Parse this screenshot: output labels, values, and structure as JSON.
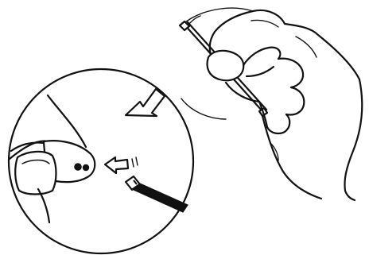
{
  "figure": {
    "kind": "instruction-illustration",
    "panels": [
      {
        "name": "hand-holding-cleaning-tool",
        "icon": "hand-with-tool-icon"
      },
      {
        "name": "detail-magnifier-circle",
        "icon": "magnifier-circle-icon"
      }
    ],
    "arrows": [
      {
        "name": "zoom-direction-arrow",
        "icon": "hollow-arrow-down-left-icon"
      },
      {
        "name": "insert-direction-arrow",
        "icon": "hollow-arrow-left-icon"
      }
    ],
    "colors": {
      "ink": "#111111",
      "background": "#ffffff"
    }
  }
}
